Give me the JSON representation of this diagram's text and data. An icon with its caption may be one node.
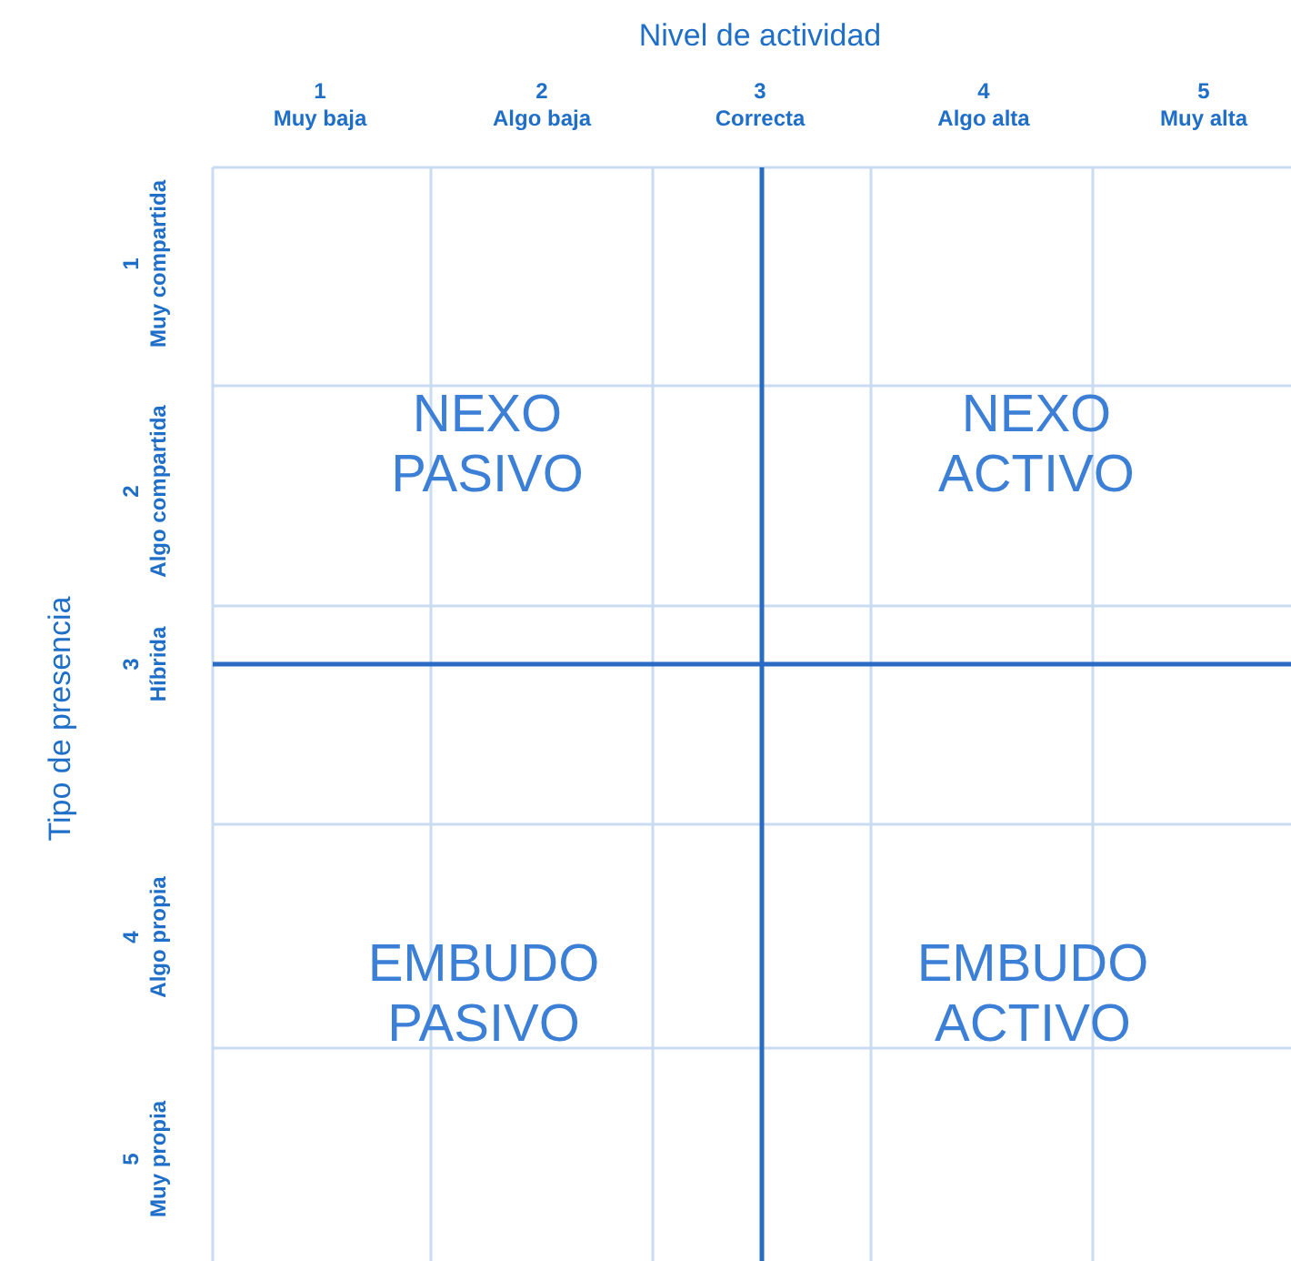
{
  "diagram": {
    "nodes": [
      {
        "text": [
          "NEXO PASIVO"
        ]
      },
      {
        "text": [
          "NEXO ACTIVO"
        ]
      },
      {
        "text": [
          "EMBUDO PASIVO"
        ]
      },
      {
        "text": [
          "EMBUDO ACTIVO"
        ]
      }
    ],
    "labels": [
      "Nivel de actividad",
      "1",
      "Muy baja",
      "2",
      "Algo baja",
      "3",
      "Correcta",
      "4",
      "Algo alta",
      "5",
      "Muy alta",
      "Tipo de presencia",
      "1",
      "Muy compartida",
      "2",
      "Algo compartida",
      "3",
      "Híbrida",
      "4",
      "Algo propia",
      "5",
      "Muy propia"
    ]
  }
}
